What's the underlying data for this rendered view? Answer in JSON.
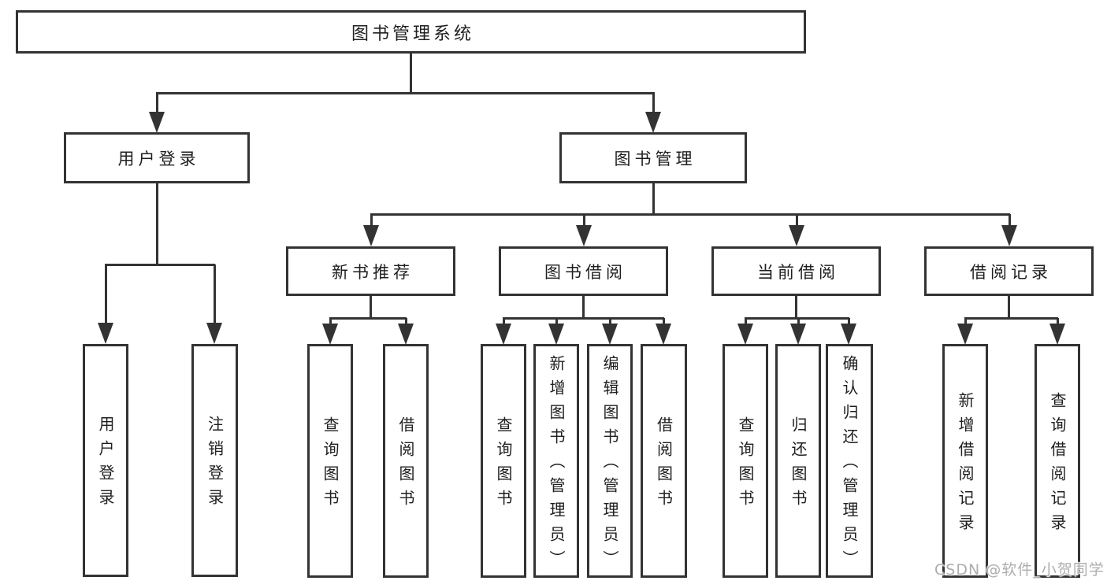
{
  "diagram_type": "tree",
  "hierarchy": {
    "root": "图书管理系统",
    "children": [
      {
        "label": "用户登录",
        "children": [
          "用户登录",
          "注销登录"
        ]
      },
      {
        "label": "图书管理",
        "children": [
          {
            "label": "新书推荐",
            "children": [
              "查询图书",
              "借阅图书"
            ]
          },
          {
            "label": "图书借阅",
            "children": [
              "查询图书",
              "新增图书（管理员）",
              "编辑图书（管理员）",
              "借阅图书"
            ]
          },
          {
            "label": "当前借阅",
            "children": [
              "查询图书",
              "归还图书",
              "确认归还（管理员）"
            ]
          },
          {
            "label": "借阅记录",
            "children": [
              "新增借阅记录",
              "查询借阅记录"
            ]
          }
        ]
      }
    ]
  },
  "watermark": {
    "text": "CSDN @软件_小贺同学"
  },
  "colors": {
    "background": "#ffffff",
    "line": "#333333",
    "box_border": "#333333",
    "text": "#1f1f1f",
    "watermark_text": "#adadad"
  }
}
